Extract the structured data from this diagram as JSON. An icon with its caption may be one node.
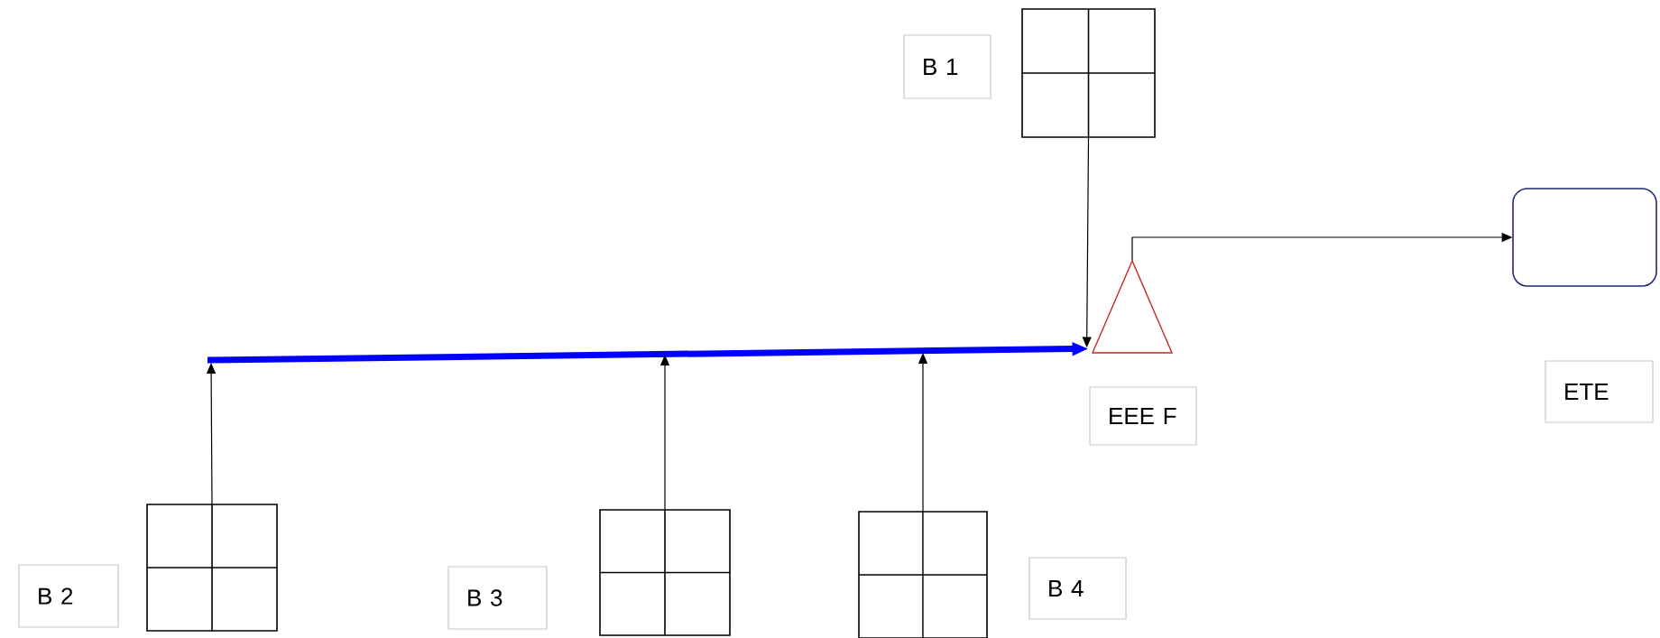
{
  "diagram": {
    "nodes": [
      {
        "text": [
          "B 1"
        ]
      },
      {
        "text": [],
        "shape": "grid"
      },
      {
        "text": [],
        "shape": "box"
      },
      {
        "text": [],
        "shape": "triangle"
      },
      {
        "text": [
          "EEE F"
        ]
      },
      {
        "text": [
          "ETE"
        ]
      },
      {
        "text": [
          "B 2"
        ]
      },
      {
        "text": [],
        "shape": "grid"
      },
      {
        "text": [
          "B 3"
        ]
      },
      {
        "text": [],
        "shape": "grid"
      },
      {
        "text": [],
        "shape": "grid"
      },
      {
        "text": [
          "B 4"
        ]
      }
    ],
    "edges": [
      {
        "from": 1,
        "to": 3,
        "arrow": "to"
      },
      {
        "from": 3,
        "to": 2,
        "arrow": "to"
      },
      {
        "from": null,
        "to": 3,
        "arrow": "to",
        "style": "thick",
        "color": "#0000ff"
      },
      {
        "from": 7,
        "to": null,
        "arrow": "to"
      },
      {
        "from": 9,
        "to": null,
        "arrow": "to"
      },
      {
        "from": 10,
        "to": null,
        "arrow": "to"
      }
    ]
  }
}
